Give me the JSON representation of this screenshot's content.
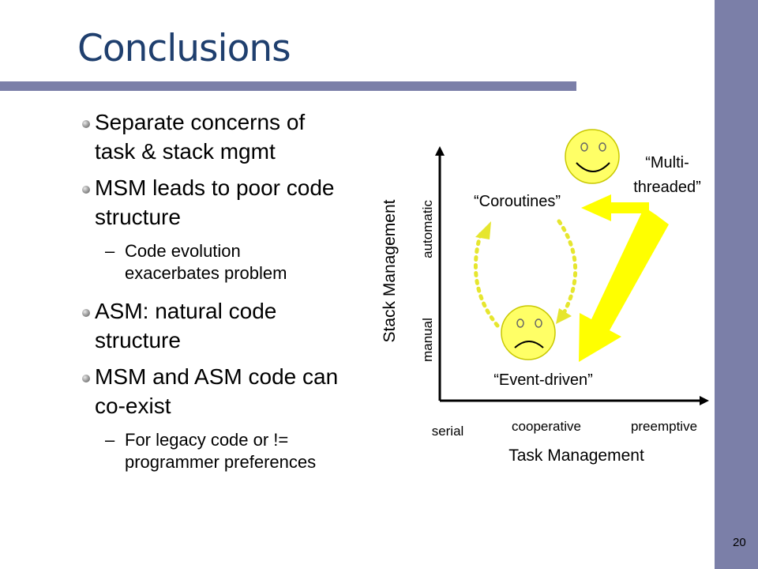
{
  "slide": {
    "title": "Conclusions",
    "page_number": "20",
    "bullets": [
      {
        "level": 1,
        "lines": [
          "Separate concerns of",
          "task & stack mgmt"
        ]
      },
      {
        "level": 1,
        "lines": [
          "MSM leads to poor code",
          "structure"
        ]
      },
      {
        "level": 2,
        "dash": "–",
        "lines": [
          "Code evolution",
          "exacerbates problem"
        ]
      },
      {
        "level": 1,
        "lines": [
          "ASM: natural code",
          "structure"
        ]
      },
      {
        "level": 1,
        "lines": [
          "MSM and ASM code can",
          "co-exist"
        ]
      },
      {
        "level": 2,
        "dash": "–",
        "lines": [
          "For legacy code or !=",
          "programmer preferences"
        ]
      }
    ]
  },
  "diagram": {
    "y_axis_title": "Stack Management",
    "x_axis_title": "Task Management",
    "y_ticks": [
      "manual",
      "automatic"
    ],
    "x_ticks": [
      "serial",
      "cooperative",
      "preemptive"
    ],
    "labels": {
      "coroutines": "“Coroutines”",
      "multi_line1": "“Multi-",
      "multi_line2": "threaded”",
      "event_driven": "“Event-driven”"
    },
    "colors": {
      "accent": "#ffff00",
      "dotted_arrow": "#e6e62e",
      "face": "#ffff66",
      "title": "#1f3f6e",
      "sidebar": "#7b7fa8"
    }
  }
}
